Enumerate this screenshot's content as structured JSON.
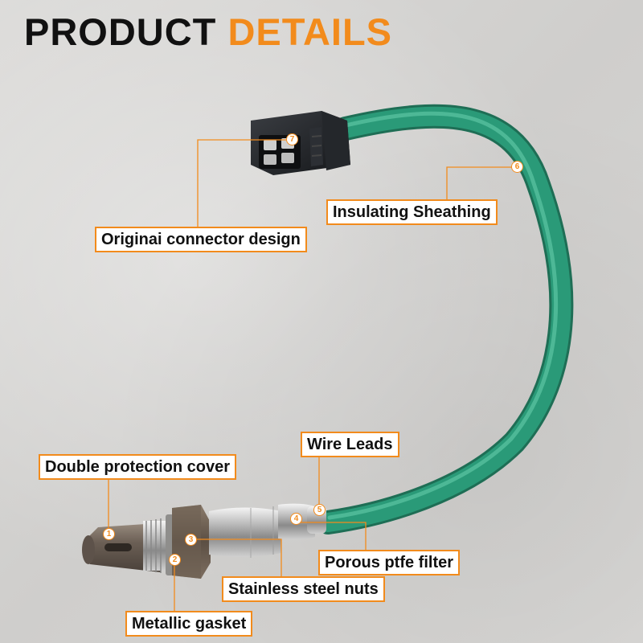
{
  "title": {
    "word1": "PRODUCT",
    "word2": "DETAILS"
  },
  "colors": {
    "accent": "#f28b1c",
    "title_dark": "#111111",
    "cable": "#2a9a78"
  },
  "callouts": {
    "insulating_sheathing": "Insulating Sheathing",
    "connector_design": "Originai connector design",
    "wire_leads": "Wire Leads",
    "double_protection": "Double protection cover",
    "porous_filter": "Porous ptfe filter",
    "stainless_nuts": "Stainless steel nuts",
    "metallic_gasket": "Metallic gasket"
  },
  "markers": {
    "m1": "1",
    "m2": "2",
    "m3": "3",
    "m4": "4",
    "m5": "5",
    "m6": "6",
    "m7": "7"
  }
}
